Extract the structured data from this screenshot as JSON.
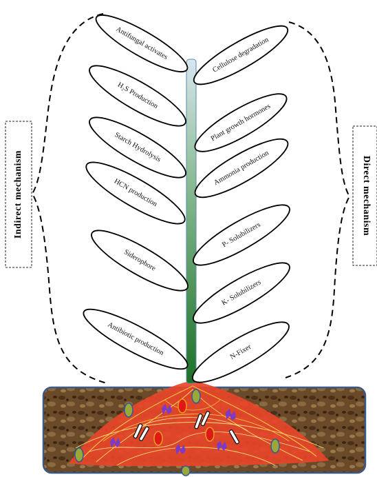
{
  "diagram": {
    "left_label": "Indirect mechanism",
    "right_label": "Direct mechanism",
    "left_leaves": [
      {
        "label": "Antifungal activates"
      },
      {
        "label": "H₂S Production"
      },
      {
        "label": "Starch Hydrolysis"
      },
      {
        "label": "HCN production"
      },
      {
        "label": "Siderophore"
      },
      {
        "label": "Antibiotic production"
      }
    ],
    "right_leaves": [
      {
        "label": "Cellulose degradation"
      },
      {
        "label": "Plant growth hormones"
      },
      {
        "label": "Ammonia production"
      },
      {
        "label": "P- Solubilizers"
      },
      {
        "label": "K- Solubilizers"
      },
      {
        "label": "N-Fixer"
      }
    ]
  },
  "colors": {
    "soil": "#6b4a2a",
    "soil_border": "#3a5a8a",
    "roots": "#e8452a",
    "stem_top": "#c8dde8",
    "stem_bottom": "#1f7a2a",
    "bacteria_purple": "#7a3cc8",
    "bacteria_red": "#e01818",
    "bacteria_olive": "#9aa83a"
  },
  "icons": [
    "bracket-left-icon",
    "bracket-right-icon",
    "root-mass-icon",
    "bacteria-icon"
  ]
}
